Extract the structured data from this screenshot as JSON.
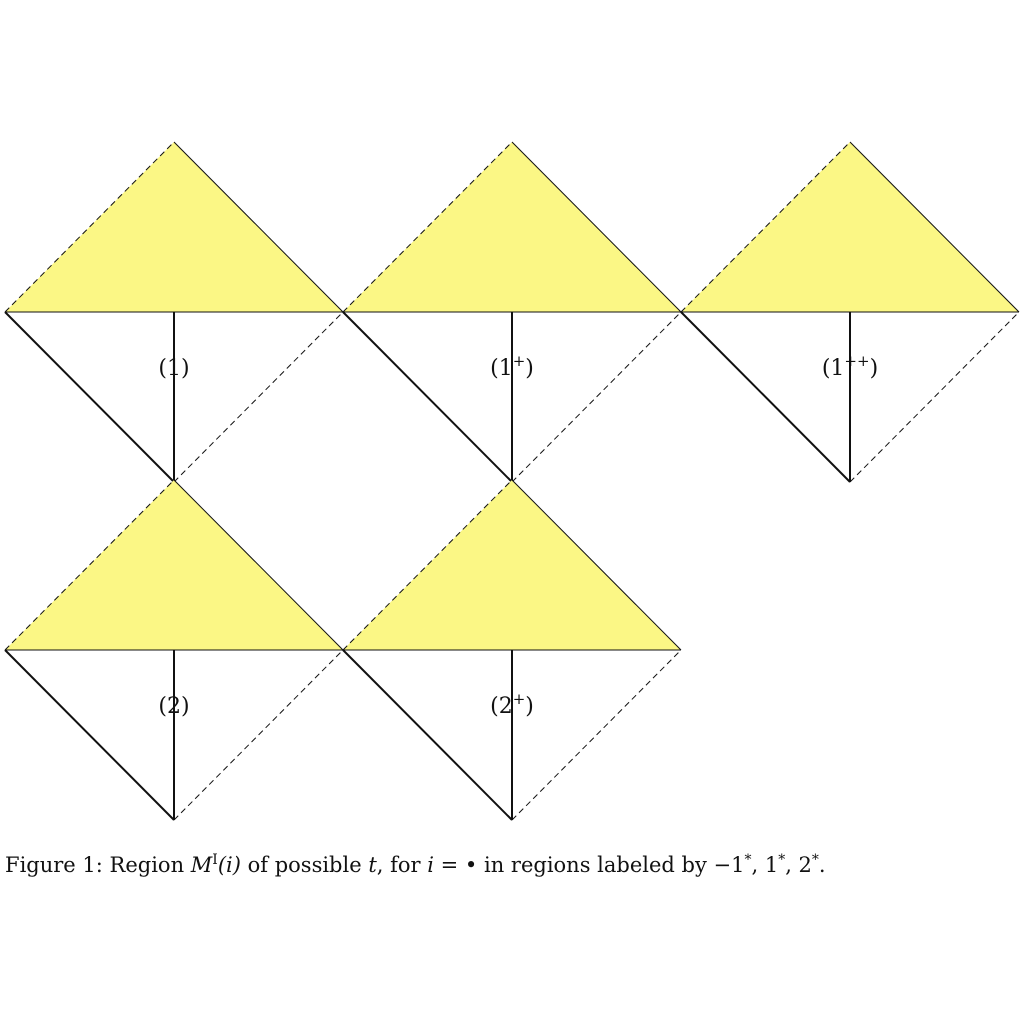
{
  "colors": {
    "fill": "#fbf785",
    "stroke": "#111111"
  },
  "panels": [
    {
      "id": "p1",
      "row": 0,
      "col": 0,
      "label_base": "(1",
      "label_sup": "",
      "label_close": ")"
    },
    {
      "id": "p1p",
      "row": 0,
      "col": 1,
      "label_base": "(1",
      "label_sup": "+",
      "label_close": ")"
    },
    {
      "id": "p1pp",
      "row": 0,
      "col": 2,
      "label_base": "(1",
      "label_sup": "++",
      "label_close": ")"
    },
    {
      "id": "p2",
      "row": 1,
      "col": 0,
      "label_base": "(2",
      "label_sup": "",
      "label_close": ")"
    },
    {
      "id": "p2p",
      "row": 1,
      "col": 1,
      "label_base": "(2",
      "label_sup": "+",
      "label_close": ")"
    }
  ],
  "caption": {
    "prefix": "Figure 1:",
    "text_1": "Region ",
    "math_M": "M",
    "math_sup": "I",
    "math_arg": "(i)",
    "text_2": " of possible ",
    "math_t": "t",
    "text_3": ", for ",
    "math_i": "i",
    "text_4": " = • in regions labeled by −1",
    "star": "*",
    "text_5": ", 1",
    "text_6": ", 2",
    "text_7": "."
  }
}
